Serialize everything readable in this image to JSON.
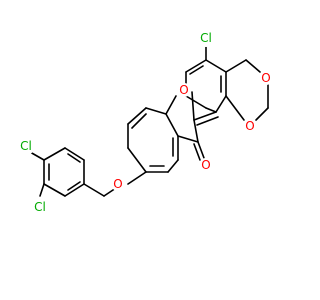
{
  "colors": {
    "background": "#ffffff",
    "bond": "#000000",
    "oxygen": "#ff0000",
    "chlorine": "#00aa00"
  },
  "atoms": {
    "chlorine_1": "Cl",
    "chlorine_2": "Cl",
    "chlorine_3": "Cl",
    "oxygen_ether": "O",
    "oxygen_furan": "O",
    "oxygen_carbonyl": "O",
    "oxygen_dioxane_upper": "O",
    "oxygen_dioxane_lower": "O"
  }
}
